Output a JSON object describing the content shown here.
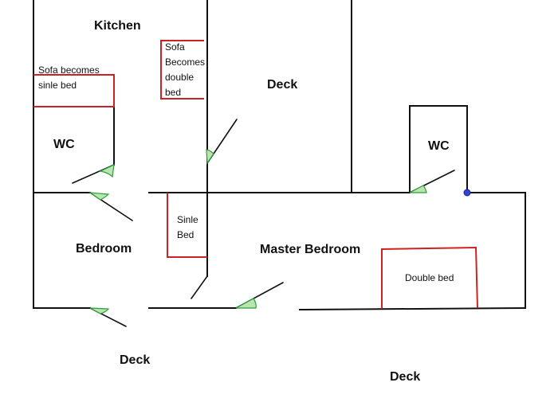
{
  "rooms": {
    "kitchen": "Kitchen",
    "deck_top": "Deck",
    "wc_left": "WC",
    "wc_right": "WC",
    "bedroom": "Bedroom",
    "master_bedroom": "Master Bedroom",
    "deck_bottom_left": "Deck",
    "deck_bottom_right": "Deck"
  },
  "furniture": {
    "sofa_single": [
      "Sofa becomes",
      "sinle bed"
    ],
    "sofa_double": [
      "Sofa",
      "Becomes",
      "double",
      "bed"
    ],
    "single_bed": [
      "Sinle",
      "Bed"
    ],
    "double_bed": "Double bed"
  },
  "colors": {
    "wall": "#111111",
    "furniture": "#cc2222",
    "door_swing": "#b9e6b0",
    "marker": "#3344dd"
  }
}
